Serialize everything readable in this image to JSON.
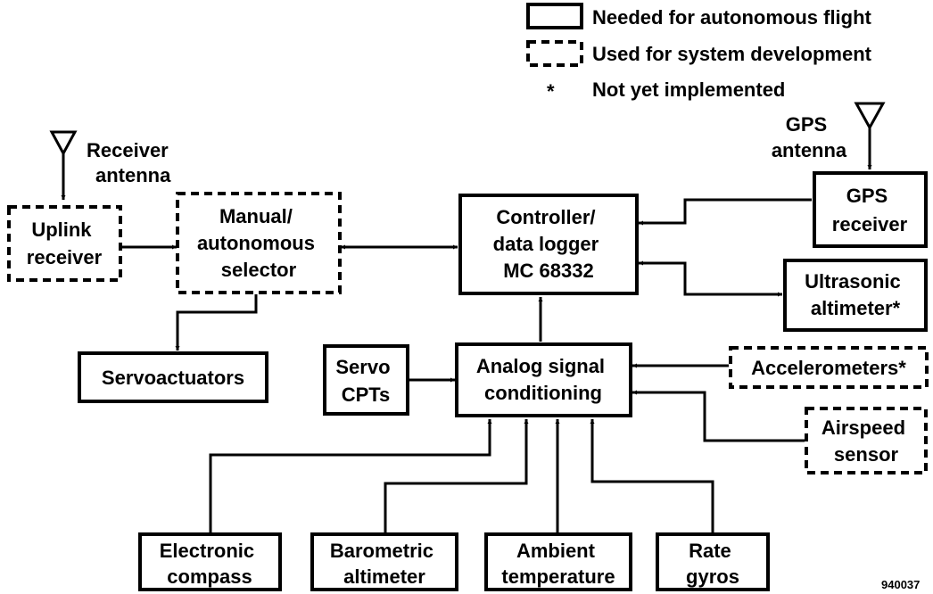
{
  "legend": {
    "solid_label": "Needed for autonomous flight",
    "dashed_label": "Used for system development",
    "star_symbol": "*",
    "star_label": "Not yet implemented"
  },
  "antennas": {
    "receiver": [
      "Receiver",
      "antenna"
    ],
    "gps": [
      "GPS",
      "antenna"
    ]
  },
  "blocks": {
    "uplink": [
      "Uplink",
      "receiver"
    ],
    "selector": [
      "Manual/",
      "autonomous",
      "selector"
    ],
    "controller": [
      "Controller/",
      "data logger",
      "MC 68332"
    ],
    "gps_receiver": [
      "GPS",
      "receiver"
    ],
    "ultrasonic": [
      "Ultrasonic",
      "altimeter*"
    ],
    "servoactuators": [
      "Servoactuators"
    ],
    "servo_cpts": [
      "Servo",
      "CPTs"
    ],
    "analog": [
      "Analog signal",
      "conditioning"
    ],
    "accelerometers": [
      "Accelerometers*"
    ],
    "airspeed": [
      "Airspeed",
      "sensor"
    ],
    "compass": [
      "Electronic",
      "compass"
    ],
    "barometric": [
      "Barometric",
      "altimeter"
    ],
    "ambient": [
      "Ambient",
      "temperature"
    ],
    "gyros": [
      "Rate",
      "gyros"
    ]
  },
  "figure_id": "940037"
}
